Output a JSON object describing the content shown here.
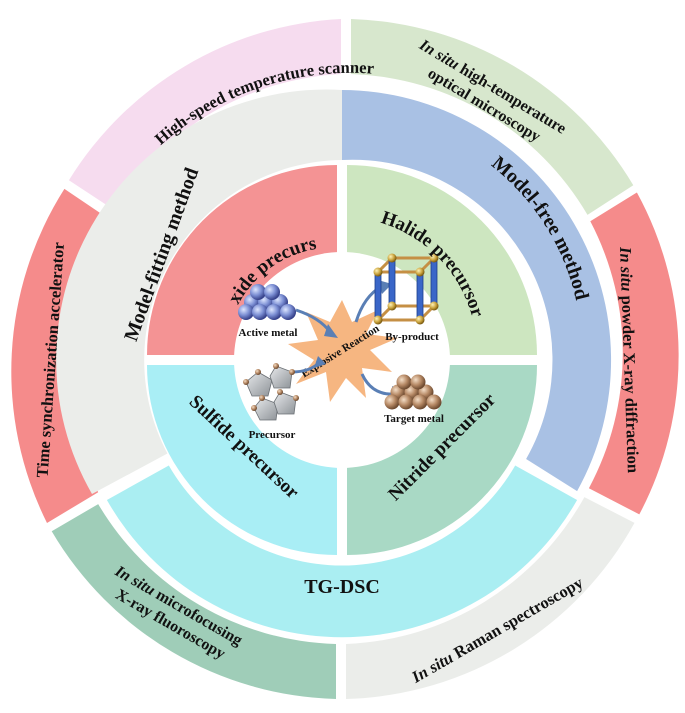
{
  "colors": {
    "pink": "#f6dcef",
    "green_light": "#d7e7cd",
    "red": "#f58b8b",
    "teal": "#9fcdb8",
    "grey": "#ebedea",
    "blue": "#a9c1e4",
    "cyan": "#aaeef2",
    "inner_red": "#f49394",
    "inner_green": "#cde6c0",
    "inner_cyan": "#a9eef5",
    "inner_teal": "#a9d9c5",
    "burst": "#f6b681"
  },
  "outer_ring": {
    "high_speed": "High-speed temperature scanner",
    "microscopy_italic": "In situ",
    "microscopy_line1_rest": " high-temperature",
    "microscopy_line2": "optical microscopy",
    "time_sync": "Time synchronization accelerator",
    "xrd_italic": "In situ",
    "xrd_rest": " powder X-ray diffraction",
    "xrf_italic": "In situ",
    "xrf_line1_rest": " microfocusing",
    "xrf_line2": "X-ray fluoroscopy",
    "raman_italic": "In situ",
    "raman_rest": " Raman spectroscopy"
  },
  "middle_ring": {
    "model_fitting": "Model-fitting method",
    "model_free": "Model-free method",
    "tg_dsc": "TG-DSC"
  },
  "inner_ring": {
    "oxide": "Oxide precursor",
    "halide": "Halide precursor",
    "sulfide": "Sulfide precursor",
    "nitride": "Nitride precursor"
  },
  "center": {
    "active_metal": "Active metal",
    "by_product": "By-product",
    "precursor": "Precursor",
    "target_metal": "Target metal",
    "explosive": "Explosive Reaction"
  }
}
